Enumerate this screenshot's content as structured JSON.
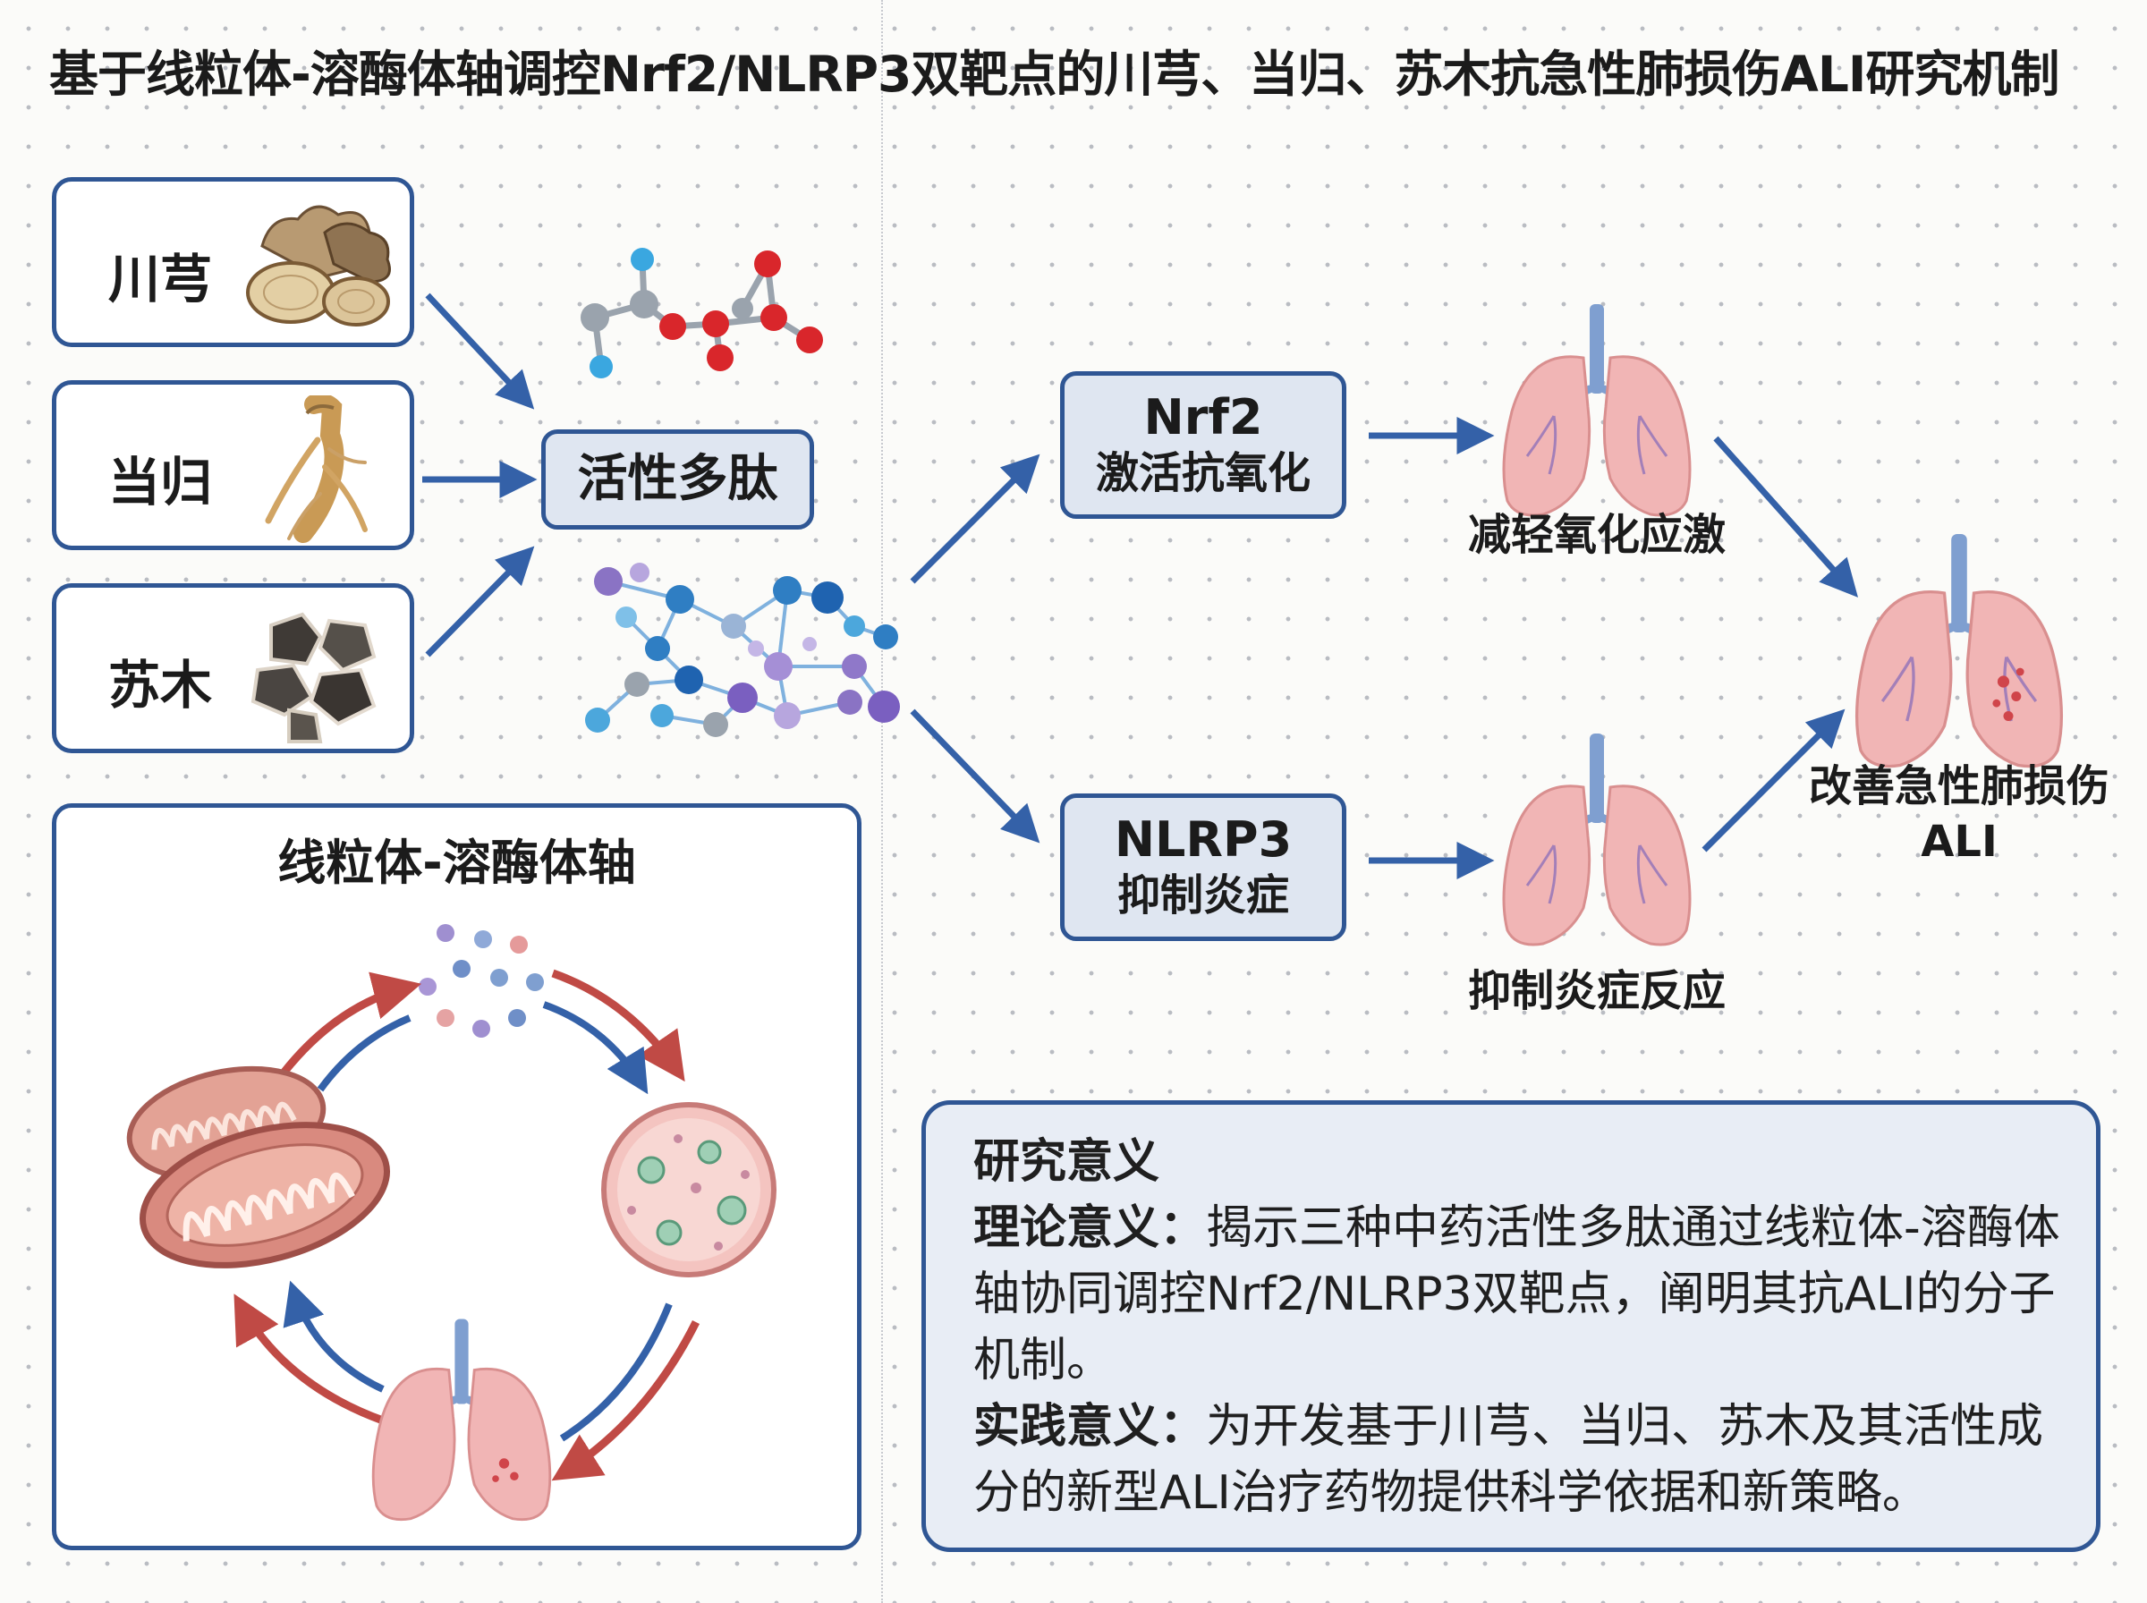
{
  "title": "基于线粒体-溶酶体轴调控Nrf2/NLRP3双靶点的川芎、当归、苏木抗急性肺损伤ALI研究机制",
  "herbs": [
    {
      "name": "川芎"
    },
    {
      "name": "当归"
    },
    {
      "name": "苏木"
    }
  ],
  "peptide": {
    "label": "活性多肽"
  },
  "nrf2": {
    "line1": "Nrf2",
    "line2": "激活抗氧化"
  },
  "nlrp3": {
    "line1": "NLRP3",
    "line2": "抑制炎症"
  },
  "effects": {
    "oxidative": "减轻氧化应激",
    "inflammation": "抑制炎症反应"
  },
  "outcome": {
    "line1": "改善急性肺损伤",
    "line2": "ALI"
  },
  "axis": {
    "title": "线粒体-溶酶体轴"
  },
  "significance": {
    "heading": "研究意义",
    "theory_label": "理论意义：",
    "theory_text": "揭示三种中药活性多肽通过线粒体-溶酶体轴协同调控Nrf2/NLRP3双靶点，阐明其抗ALI的分子机制。",
    "practice_label": "实践意义：",
    "practice_text": "为开发基于川芎、当归、苏木及其活性成分的新型ALI治疗药物提供科学依据和新策略。"
  },
  "colors": {
    "box_border": "#2f5694",
    "box_fill": "#dfe6f1",
    "arrow_blue": "#3461a8",
    "arrow_red": "#c04a45",
    "lung_pink": "#f1b5b5",
    "trachea": "#7f9fd0"
  }
}
